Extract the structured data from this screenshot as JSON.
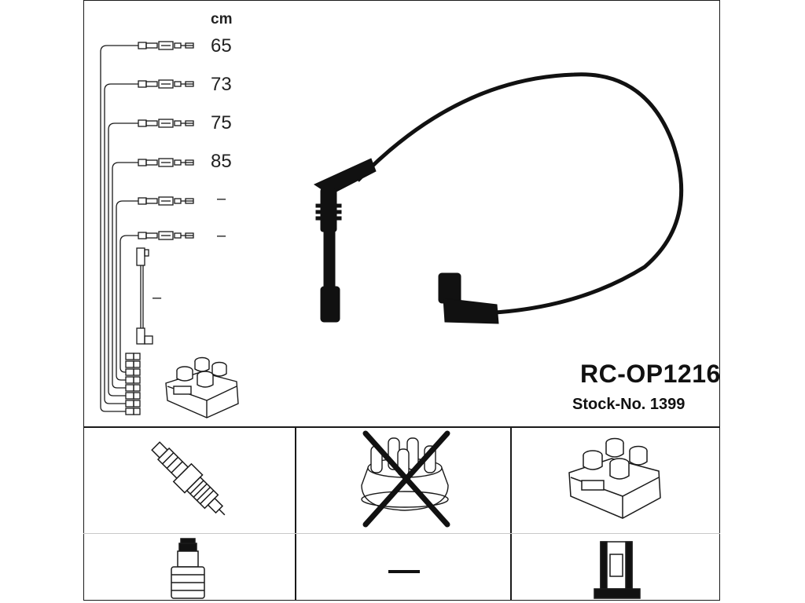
{
  "header": {
    "unit": "cm",
    "lengths": [
      "65",
      "73",
      "75",
      "85",
      "–",
      "–"
    ],
    "coil_lead_length": "–"
  },
  "product": {
    "code": "RC-OP1216",
    "stock_label": "Stock-No. 1399"
  },
  "grid": {
    "blank_cell_mark": "—"
  },
  "icons": {
    "coil": "ignition-coil-icon",
    "lead": "ignition-lead-icon",
    "spark_plug": "spark-plug-icon",
    "distributor_cap": "distributor-cap-icon",
    "not_applicable_mark": "cross-out-icon",
    "plug_boot": "plug-boot-icon",
    "terminal": "terminal-connector-icon"
  },
  "colors": {
    "line": "#1a1a1a",
    "lead": "#111111",
    "background": "#ffffff"
  }
}
